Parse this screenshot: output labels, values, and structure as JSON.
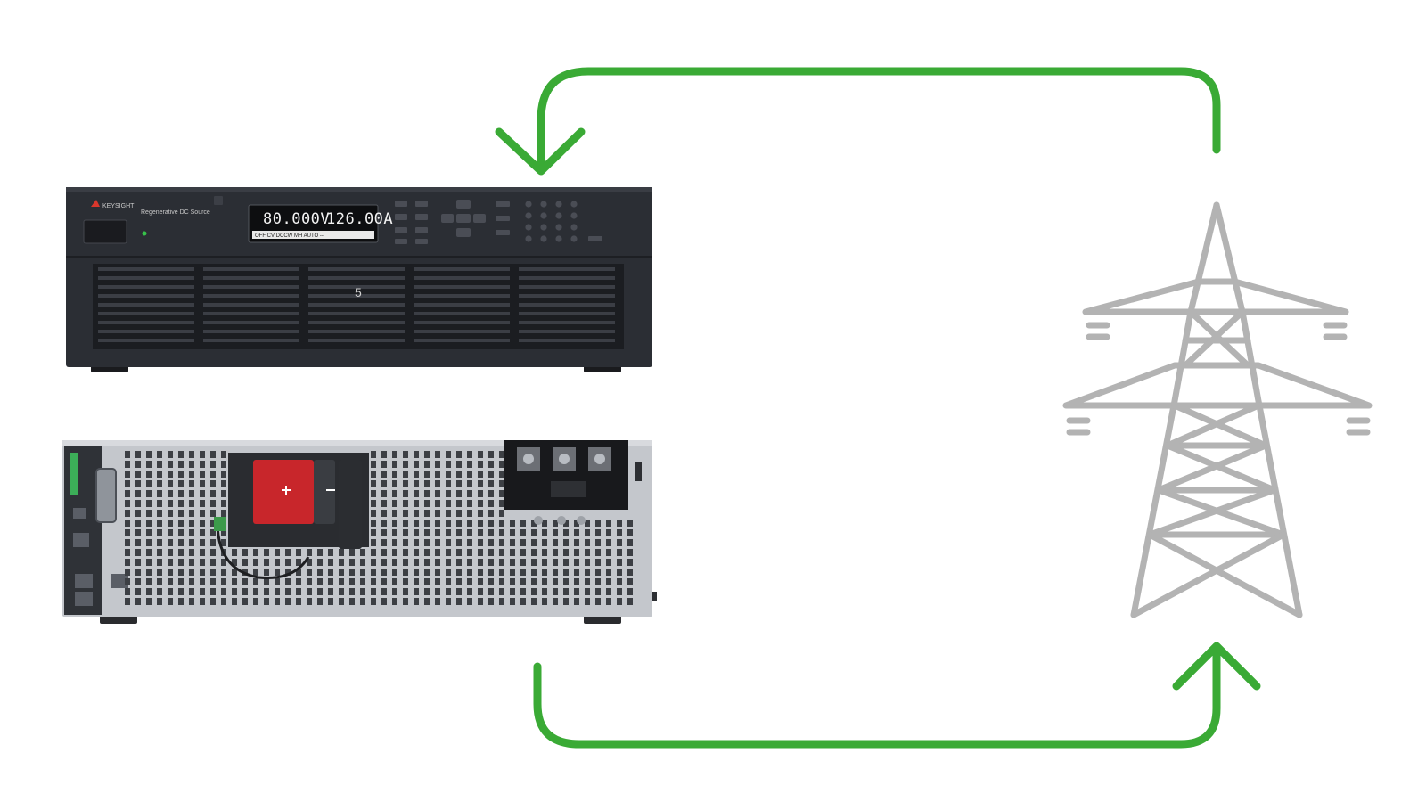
{
  "front_panel": {
    "brand": "KEYSIGHT",
    "model": "Regenerative DC Source",
    "voltage_readout": "80.000V",
    "current_readout": "126.00A",
    "status_line": "OFF  CV  DCCW  MH  AUTO  --",
    "grille_label": "5"
  },
  "colors": {
    "arrow": "#3aaa35",
    "tower": "#b3b3b3",
    "chassis_front": "#2b2e34",
    "chassis_rear": "#c4c7cc"
  },
  "icons": {
    "flow_arrows": [
      "arrow-grid-to-instrument",
      "arrow-instrument-to-grid"
    ],
    "grid": "power-tower-icon",
    "brand": "keysight-logo-icon"
  }
}
